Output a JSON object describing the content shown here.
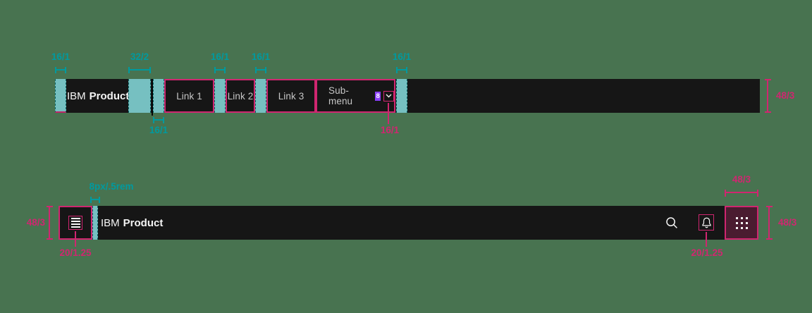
{
  "colors": {
    "background": "#487350",
    "bar_background": "#161616",
    "annotation_pink": "#d02670",
    "annotation_teal": "#009a9f",
    "spacer_teal_fill": "#7fcfd0",
    "link_text": "#c6c6c6",
    "icon_and_brand_text": "#f4f4f4",
    "badge_purple": "#8a3ffc",
    "switcher_highlight_fill": "#4a1c30"
  },
  "top_header": {
    "brand": {
      "prefix": "IBM",
      "name": "Product"
    },
    "links": [
      {
        "label": "Link 1"
      },
      {
        "label": "Link 2"
      },
      {
        "label": "Link 3"
      }
    ],
    "submenu": {
      "label": "Sub-menu",
      "badge_count": "8"
    },
    "annotations": {
      "left_padding": "16/1",
      "brand_to_divider": "32/2",
      "divider_to_nav": "16/1",
      "link_gap_1": "16/1",
      "link_gap_2": "16/1",
      "nav_right_gap": "16/1",
      "chevron_icon_size": "16/1",
      "bar_height": "48/3"
    }
  },
  "bottom_header": {
    "brand": {
      "prefix": "IBM",
      "name": "Product"
    },
    "annotations": {
      "bar_height_left": "48/3",
      "menu_icon_size": "20/1.25",
      "menu_to_brand_gap": "8px/.5rem",
      "bell_icon_size": "20/1.25",
      "switcher_width": "48/3",
      "bar_height_right": "48/3"
    }
  }
}
